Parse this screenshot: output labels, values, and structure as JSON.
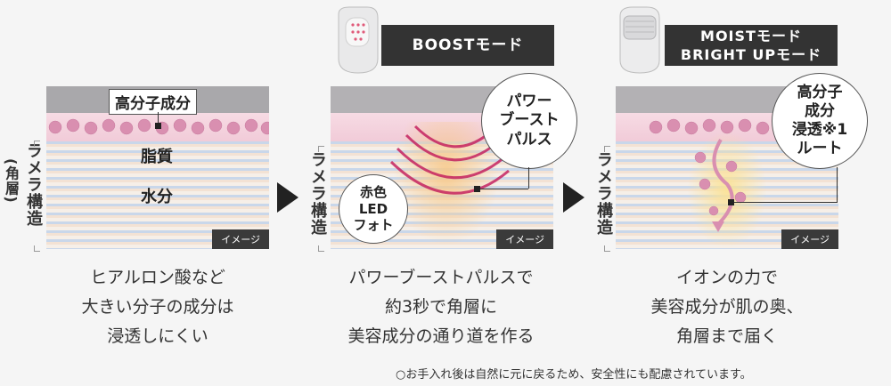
{
  "vertical_label_main": "ラメラ構造",
  "vertical_label_sub": "(角層)",
  "image_tag": "イメージ",
  "panel1": {
    "molecule_label": "高分子成分",
    "lipid_label": "脂質",
    "water_label": "水分",
    "caption": [
      "ヒアルロン酸など",
      "大きい分子の成分は",
      "浸透しにくい"
    ]
  },
  "panel2": {
    "mode": "BOOSTモード",
    "circle_pulse": [
      "パワー",
      "ブースト",
      "パルス"
    ],
    "circle_led": [
      "赤色",
      "LED",
      "フォト"
    ],
    "caption": [
      "パワーブーストパルスで",
      "約3秒で角層に",
      "美容成分の通り道を作る"
    ]
  },
  "panel3": {
    "mode_line1": "MOISTモード",
    "mode_line2": "BRIGHT UPモード",
    "circle_route": [
      "高分子",
      "成分",
      "浸透※1",
      "ルート"
    ],
    "caption": [
      "イオンの力で",
      "美容成分が肌の奥、",
      "角層まで届く"
    ]
  },
  "footnote": "○お手入れ後は自然に元に戻るため、安全性にも配慮されています。",
  "colors": {
    "molecule": "#d98fb0",
    "pulse": "#c2185b",
    "dark_box": "#333333",
    "led_glow": "#f7c98a"
  },
  "icons": [
    "device-head-led-icon",
    "device-head-moist-icon"
  ]
}
